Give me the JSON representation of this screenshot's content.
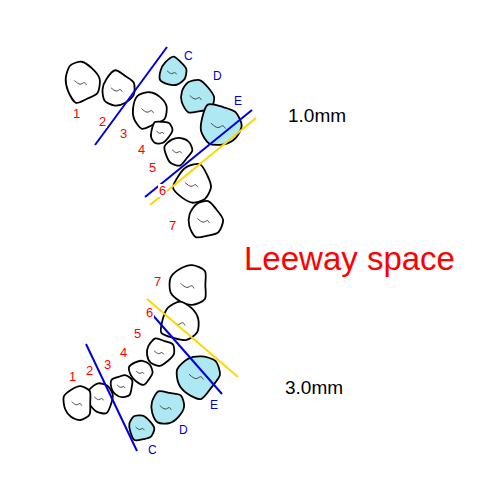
{
  "diagram": {
    "title": "Leeway space",
    "labels": [
      "1",
      "2",
      "3",
      "4",
      "5",
      "6",
      "7",
      "C",
      "D",
      "E",
      "1.0mm",
      "7",
      "6",
      "5",
      "4",
      "3",
      "2",
      "1",
      "C",
      "D",
      "E",
      "3.0mm"
    ]
  }
}
